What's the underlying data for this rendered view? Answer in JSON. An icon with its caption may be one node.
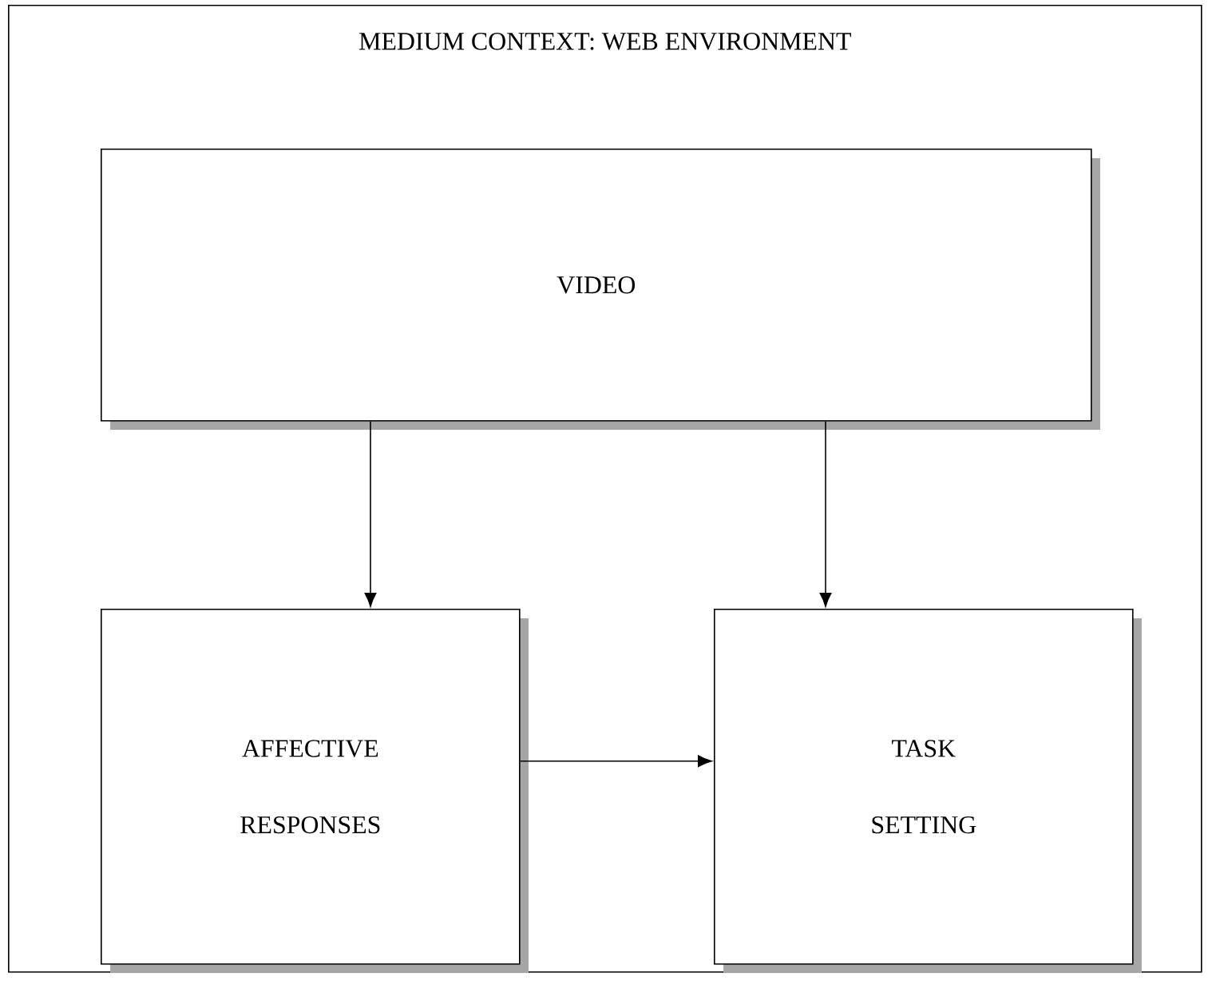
{
  "diagram": {
    "nodes": [
      {
        "text": [
          "MEDIUM CONTEXT: WEB ENVIRONMENT"
        ]
      },
      {
        "text": [
          "VIDEO"
        ],
        "in": 0
      },
      {
        "text": [
          "AFFECTIVE RESPONSES"
        ],
        "in": 0
      },
      {
        "text": [
          "TASK SETTING"
        ],
        "in": 0
      }
    ],
    "edges": [
      {
        "from": 1,
        "to": 2,
        "arrow": "to"
      },
      {
        "from": 1,
        "to": 3,
        "arrow": "to"
      },
      {
        "from": 2,
        "to": 3,
        "arrow": "to"
      }
    ]
  }
}
